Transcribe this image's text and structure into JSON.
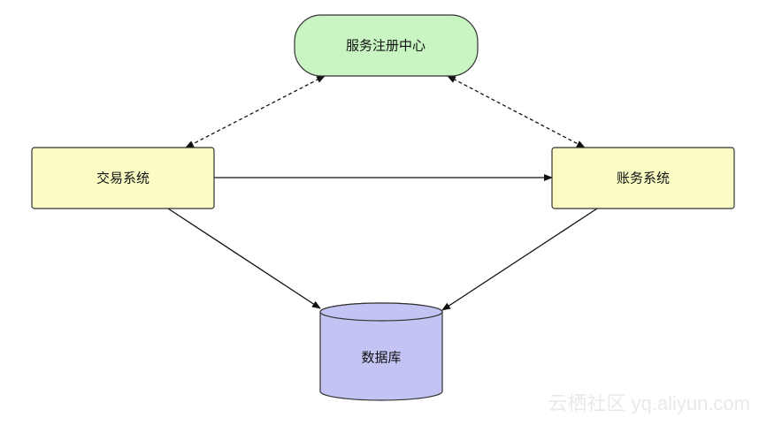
{
  "diagram": {
    "nodes": {
      "registry": {
        "label": "服务注册中心",
        "fill": "#c8f5c2",
        "stroke": "#333333"
      },
      "trading": {
        "label": "交易系统",
        "fill": "#fbfbc4",
        "stroke": "#333333"
      },
      "accounting": {
        "label": "账务系统",
        "fill": "#fbfbc4",
        "stroke": "#333333"
      },
      "database": {
        "label": "数据库",
        "fill": "#c3c3f4",
        "stroke": "#333333"
      }
    },
    "edges": [
      {
        "from": "registry",
        "to": "trading",
        "style": "dashed",
        "direction": "both"
      },
      {
        "from": "registry",
        "to": "accounting",
        "style": "dashed",
        "direction": "both"
      },
      {
        "from": "trading",
        "to": "accounting",
        "style": "solid",
        "direction": "forward"
      },
      {
        "from": "trading",
        "to": "database",
        "style": "solid",
        "direction": "forward"
      },
      {
        "from": "accounting",
        "to": "database",
        "style": "solid",
        "direction": "forward"
      }
    ]
  },
  "watermark": {
    "text": "云栖社区 yq.aliyun.com"
  }
}
